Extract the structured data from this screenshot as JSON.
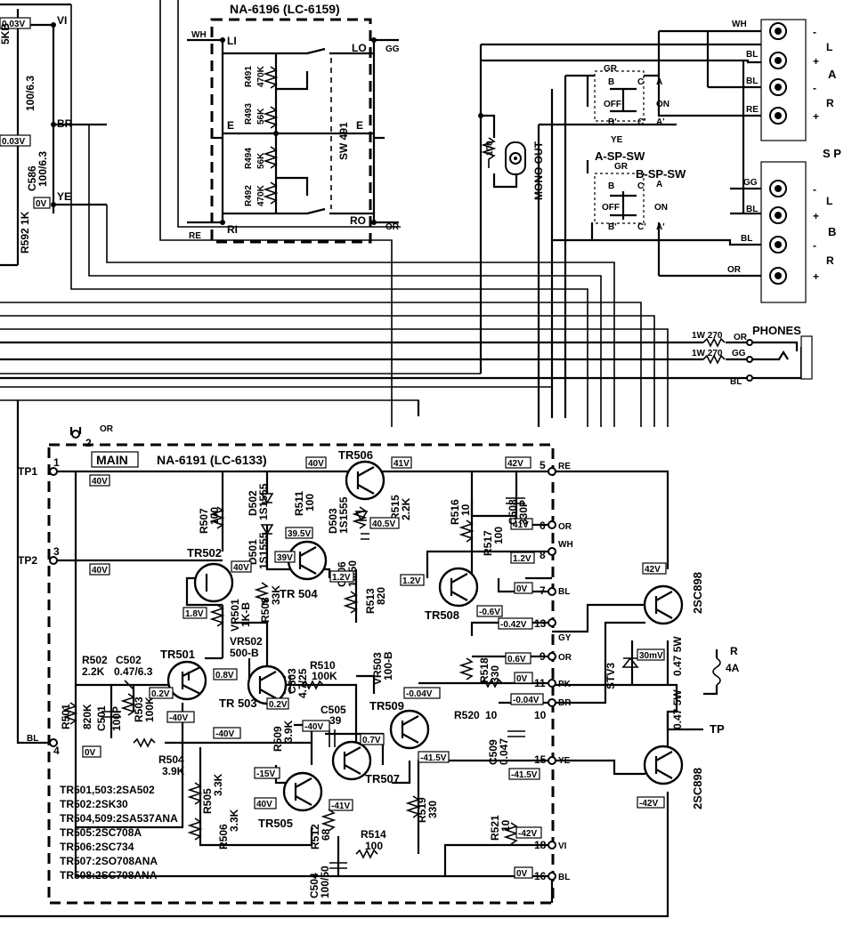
{
  "boards": {
    "selector": {
      "title": "NA-6196 (LC-6159)",
      "switch": "SW 491",
      "resistors": [
        {
          "ref": "R491",
          "value": "470K"
        },
        {
          "ref": "R493",
          "value": "56K"
        },
        {
          "ref": "R494",
          "value": "56K"
        },
        {
          "ref": "R492",
          "value": "470K"
        }
      ],
      "pins": [
        "LI",
        "E",
        "RI",
        "LO",
        "E",
        "RO"
      ],
      "wires": {
        "in_l": "WH",
        "in_r": "RE",
        "out_l": "GG",
        "out_r": "OR"
      }
    },
    "main": {
      "tag": "MAIN",
      "title": "NA-6191 (LC-6133)"
    }
  },
  "left_fragment": {
    "voltages": [
      "0.03V",
      "0.03V",
      "0V"
    ],
    "labels": [
      "VI",
      "BR",
      "YE",
      "5KB",
      "C586",
      "100/6.3",
      "100/6.3",
      "R592 1K"
    ]
  },
  "mono_out": {
    "label": "MONO OUT",
    "resistor": "100"
  },
  "speakers": {
    "label": "S P",
    "a_switch": "A-SP-SW",
    "b_switch": "B-SP-SW",
    "switch_positions": [
      "OFF",
      "ON"
    ],
    "switch_contacts": [
      "B",
      "C",
      "A",
      "B'",
      "C'",
      "A'"
    ],
    "group_a": "A",
    "group_b": "B",
    "channels": [
      "L",
      "R"
    ],
    "polarity": [
      "-",
      "+"
    ],
    "wire_colors": [
      "WH",
      "BL",
      "BL",
      "RE",
      "GG",
      "BL",
      "BL",
      "OR",
      "GR",
      "GR",
      "YE"
    ]
  },
  "phones": {
    "label": "PHONES",
    "resistors": [
      "1W 270",
      "1W 270"
    ],
    "wires": [
      "OR",
      "GG",
      "BL"
    ]
  },
  "test_points": [
    "TP1",
    "TP2",
    "TP"
  ],
  "pins": {
    "left": [
      {
        "num": "1",
        "name": "TP1"
      },
      {
        "num": "3",
        "name": "TP2"
      },
      {
        "num": "4",
        "name": "BL"
      },
      {
        "num": "2",
        "name": "OR"
      }
    ],
    "right": [
      {
        "num": "5",
        "color": "RE",
        "v": "42V"
      },
      {
        "num": "6",
        "color": "OR",
        "v": "41V"
      },
      {
        "num": "8",
        "color": "WH",
        "v": "1.2V"
      },
      {
        "num": "7",
        "color": "BL",
        "v": "0V"
      },
      {
        "num": "13",
        "color": "GY",
        "v": "-0.42V"
      },
      {
        "num": "9",
        "color": "OR",
        "v": "0.6V"
      },
      {
        "num": "11",
        "color": "PK",
        "v": "0V"
      },
      {
        "num": "10",
        "color": "BR",
        "v": "-0.04V"
      },
      {
        "num": "15",
        "color": "YE",
        "v": "-41.5V"
      },
      {
        "num": "18",
        "color": "VI",
        "v": "-42V"
      },
      {
        "num": "16",
        "color": "BL",
        "v": "0V"
      }
    ]
  },
  "components": {
    "R501": "820K",
    "C501": "100P",
    "R502": "2.2K",
    "C502": "0.47/6.3",
    "R503": "100K",
    "R504": "3.9K",
    "R505": "3.3K",
    "R506": "3.3K",
    "R507": "100",
    "VR501": "1K-B",
    "VR502": "500-B",
    "R508": "33K",
    "D501": "1S1555",
    "D502": "1S1555",
    "D503": "1S1555",
    "R509": "3.9K",
    "C503": "4.7/25",
    "R510": "100K",
    "R511": "100",
    "R512": "68",
    "R513": "820",
    "VR503": "100-B",
    "R514": "100",
    "C504": "100/50",
    "C505": "39",
    "C506": "10/50",
    "R515": "2.2K",
    "R516": "10",
    "R517": "100",
    "C508": "330P",
    "R518": "330",
    "R519": "330",
    "R520": "10",
    "R521": "10",
    "C509": "0.047",
    "STV3": "",
    "fuse": "4A",
    "emitter_r": "0.47 5W"
  },
  "transistors": {
    "TR501": "TR501",
    "TR502": "TR502",
    "TR503": "TR 503",
    "TR504": "TR 504",
    "TR505": "TR505",
    "TR506": "TR506",
    "TR507": "TR507",
    "TR508": "TR508",
    "TR509": "TR509",
    "out_hi": "2SC898",
    "out_lo": "2SC898"
  },
  "voltages": {
    "v1": "40V",
    "v2": "40V",
    "v3": "40V",
    "v4": "41V",
    "v5": "40.5V",
    "v6": "39.5V",
    "v7": "39V",
    "v8": "40V",
    "v9": "1.2V",
    "v10": "1.2V",
    "v11": "-0.6V",
    "v12": "1.8V",
    "v13": "0.8V",
    "v14": "0.2V",
    "v15": "-40V",
    "v16": "-40V",
    "v17": "-0.04V",
    "v18": "0.7V",
    "v19": "-40V",
    "v20": "-15V",
    "v21": "40V",
    "v22": "-41V",
    "v23": "-41.5V",
    "v24": "0V",
    "v25": "0.2V",
    "v26": "42V",
    "v27": "30mV",
    "v28": "-42V"
  },
  "parts_list": [
    "TR501,503:2SA502",
    "TR502:2SK30",
    "TR504,509:2SA537ANA",
    "TR505:2SC708A",
    "TR506:2SC734",
    "TR507:2SO708ANA",
    "TR508:2SC708ANA"
  ]
}
